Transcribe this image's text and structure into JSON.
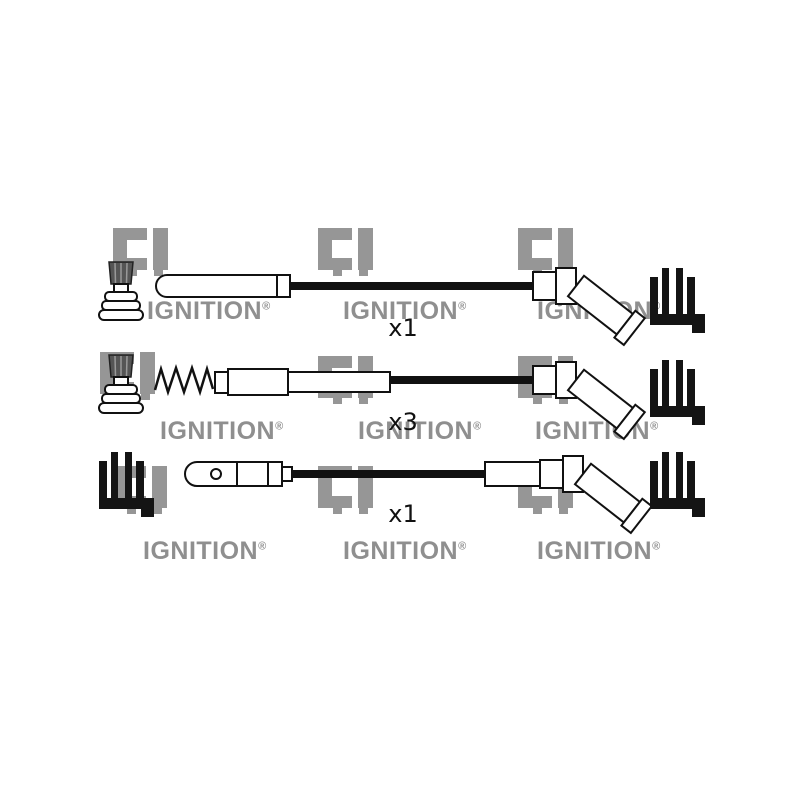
{
  "background_color": "#ffffff",
  "line_color": "#111111",
  "watermark": {
    "logo_text": "CI",
    "brand_text": "IGNITION",
    "registered_mark": "®",
    "logo_color": "#969696",
    "text_color": "#8f8f8f"
  },
  "products": {
    "description": "ignition lead set line drawing",
    "rows": [
      {
        "qty_label": "x1"
      },
      {
        "qty_label": "x3"
      },
      {
        "qty_label": "x1"
      }
    ]
  }
}
